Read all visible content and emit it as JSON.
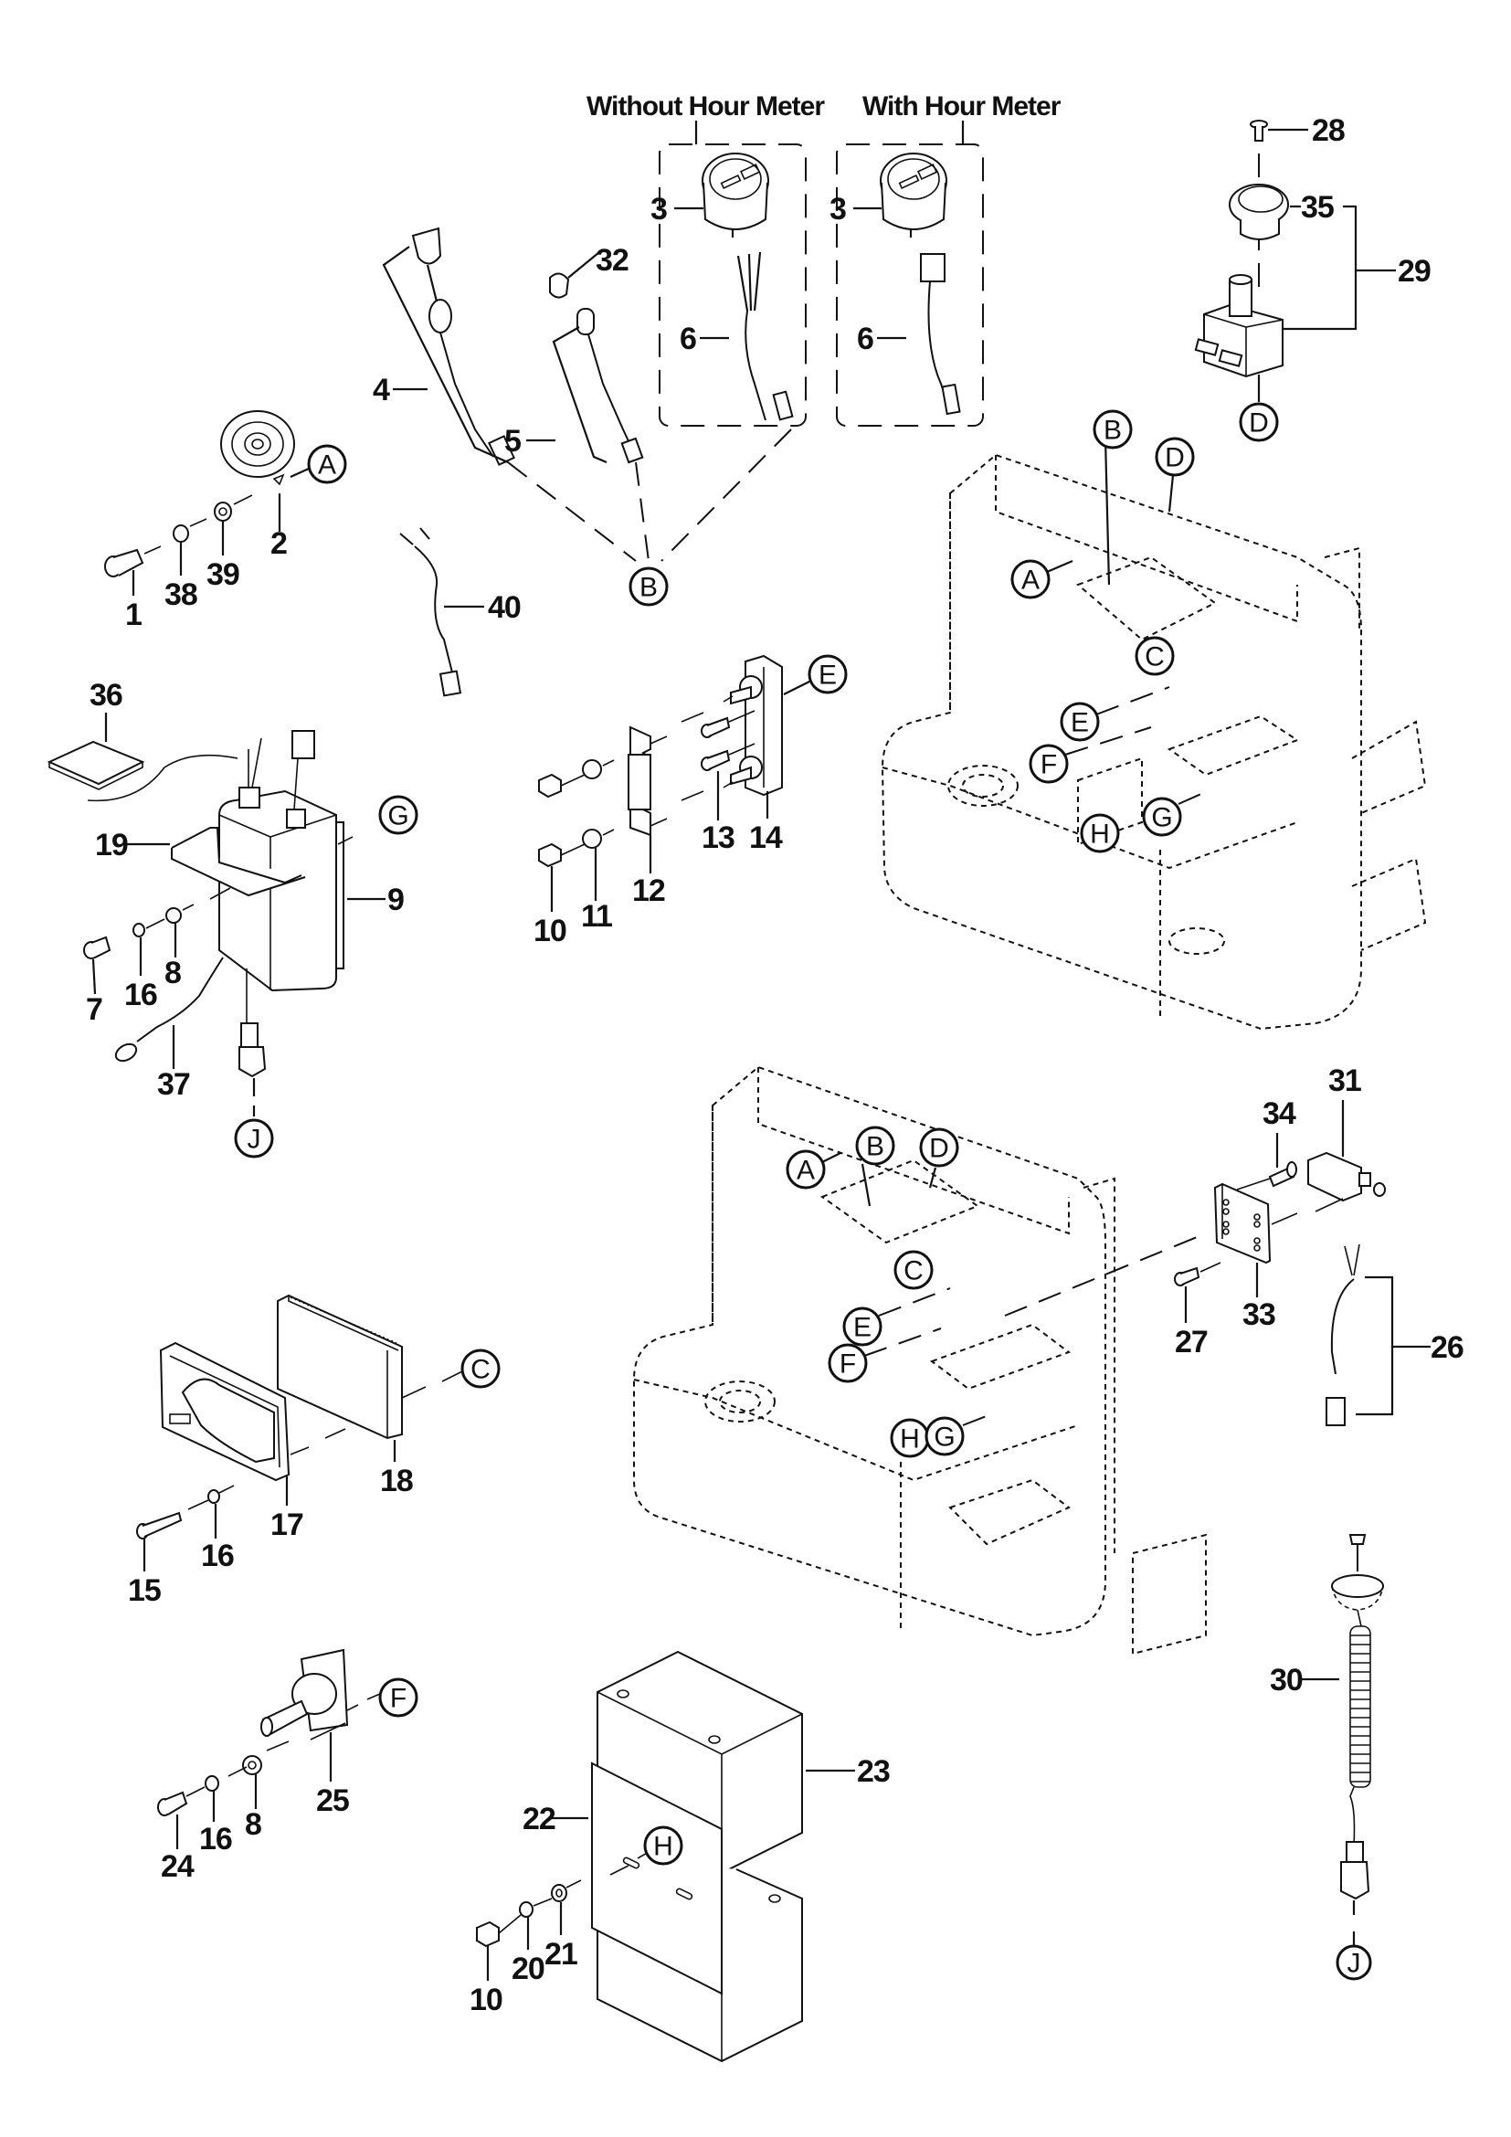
{
  "diagram": {
    "type": "exploded-parts-diagram",
    "group_headers": {
      "without_hour_meter": "Without Hour Meter",
      "with_hour_meter": "With Hour Meter"
    },
    "part_numbers": {
      "p1": "1",
      "p2": "2",
      "p3a": "3",
      "p3b": "3",
      "p4": "4",
      "p5": "5",
      "p6a": "6",
      "p6b": "6",
      "p7": "7",
      "p8a": "8",
      "p8b": "8",
      "p9": "9",
      "p10a": "10",
      "p10b": "10",
      "p11": "11",
      "p12": "12",
      "p13": "13",
      "p14": "14",
      "p15": "15",
      "p16a": "16",
      "p16b": "16",
      "p16c": "16",
      "p17": "17",
      "p18": "18",
      "p19": "19",
      "p20": "20",
      "p21": "21",
      "p22": "22",
      "p23": "23",
      "p24": "24",
      "p25": "25",
      "p26": "26",
      "p27": "27",
      "p28": "28",
      "p29": "29",
      "p30": "30",
      "p31": "31",
      "p32": "32",
      "p33": "33",
      "p34": "34",
      "p35": "35",
      "p36": "36",
      "p37": "37",
      "p38": "38",
      "p39": "39",
      "p40": "40"
    },
    "reference_markers": {
      "A1": "A",
      "A2": "A",
      "A3": "A",
      "B1": "B",
      "B2": "B",
      "B3": "B",
      "C1": "C",
      "C2": "C",
      "C3": "C",
      "D1": "D",
      "D2": "D",
      "D3": "D",
      "E1": "E",
      "E2": "E",
      "E3": "E",
      "F1": "F",
      "F2": "F",
      "F3": "F",
      "G1": "G",
      "G2": "G",
      "G3": "G",
      "H1": "H",
      "H2": "H",
      "H3": "H",
      "J1": "J",
      "J2": "J"
    }
  }
}
